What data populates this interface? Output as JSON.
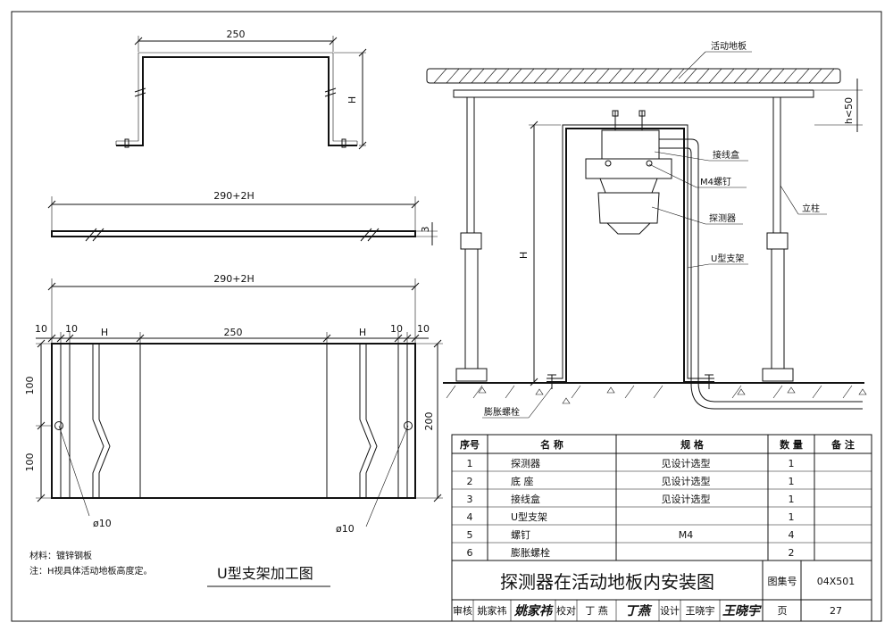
{
  "drawing": {
    "top_view": {
      "width_dim": "250",
      "height_dim": "H"
    },
    "strip_view": {
      "length_dim": "290+2H",
      "thick_dim": "3"
    },
    "flat_view": {
      "length_dim": "290+2H",
      "dims": [
        "10",
        "10",
        "H",
        "250",
        "H",
        "10",
        "10"
      ],
      "left_v_dims": [
        "100",
        "100"
      ],
      "right_v_dim": "200",
      "hole_left": "ø10",
      "hole_right": "ø10"
    },
    "material_note": "材料：镀锌钢板",
    "note": "注：H视具体活动地板高度定。",
    "fab_title": "U型支架加工图",
    "install": {
      "floor_label": "活动地板",
      "h_dim": "h<50",
      "junction_box": "接线盒",
      "screw": "M4螺钉",
      "detector": "探测器",
      "post": "立柱",
      "u_bracket": "U型支架",
      "height_dim": "H",
      "anchor": "膨胀螺栓"
    }
  },
  "parts_table": {
    "headers": [
      "序号",
      "名  称",
      "规  格",
      "数  量",
      "备  注"
    ],
    "rows": [
      [
        "1",
        "探测器",
        "见设计选型",
        "1",
        ""
      ],
      [
        "2",
        "底  座",
        "见设计选型",
        "1",
        ""
      ],
      [
        "3",
        "接线盒",
        "见设计选型",
        "1",
        ""
      ],
      [
        "4",
        "U型支架",
        "",
        "1",
        ""
      ],
      [
        "5",
        "螺钉",
        "M4",
        "4",
        ""
      ],
      [
        "6",
        "膨胀螺栓",
        "",
        "2",
        ""
      ]
    ]
  },
  "title_block": {
    "title": "探测器在活动地板内安装图",
    "atlas_label": "图集号",
    "atlas_no": "04X501",
    "page_label": "页",
    "page_no": "27",
    "review_label": "审核",
    "reviewer": "姚家祎",
    "reviewer_sig": "姚家祎",
    "check_label": "校对",
    "checker": "丁 燕",
    "checker_sig": "丁燕",
    "design_label": "设计",
    "designer": "王晓宇",
    "designer_sig": "王晓宇"
  }
}
